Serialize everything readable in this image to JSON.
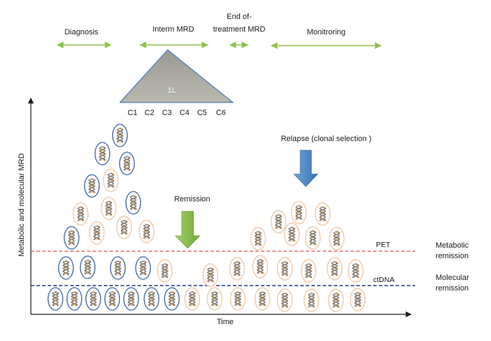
{
  "phases": {
    "diagnosis": "Diagnosis",
    "interm": "Interm MRD",
    "end_line1": "End of-",
    "end_line2": "treatment MRD",
    "monitoring": "Monitroring"
  },
  "treatment": {
    "label": "1L",
    "cycles": [
      "C1",
      "C2",
      "C3",
      "C4",
      "C5",
      "C6"
    ]
  },
  "axes": {
    "ylabel": "Metabolic and molecular MRD",
    "xlabel": "Time"
  },
  "annotations": {
    "remission": "Remission",
    "relapse": "Relapse (clonal selection )"
  },
  "thresholds": {
    "pet": "PET",
    "ctdna": "ctDNA",
    "metabolic_line1": "Metabolic",
    "metabolic_line2": "remission",
    "molecular_line1": "Molecular",
    "molecular_line2": "remission"
  },
  "colors": {
    "phase_arrow": "#8dc24a",
    "triangle_fill": "#a8a8a0",
    "triangle_stroke": "#4a7bbf",
    "pet_line": "#e05050",
    "ctdna_line": "#1f3a7a",
    "blue_cell": "#3b62a8",
    "beige_cell": "#f2c9a8",
    "remission_arrow": "#8dc24a",
    "relapse_arrow": "#4a86c6"
  }
}
